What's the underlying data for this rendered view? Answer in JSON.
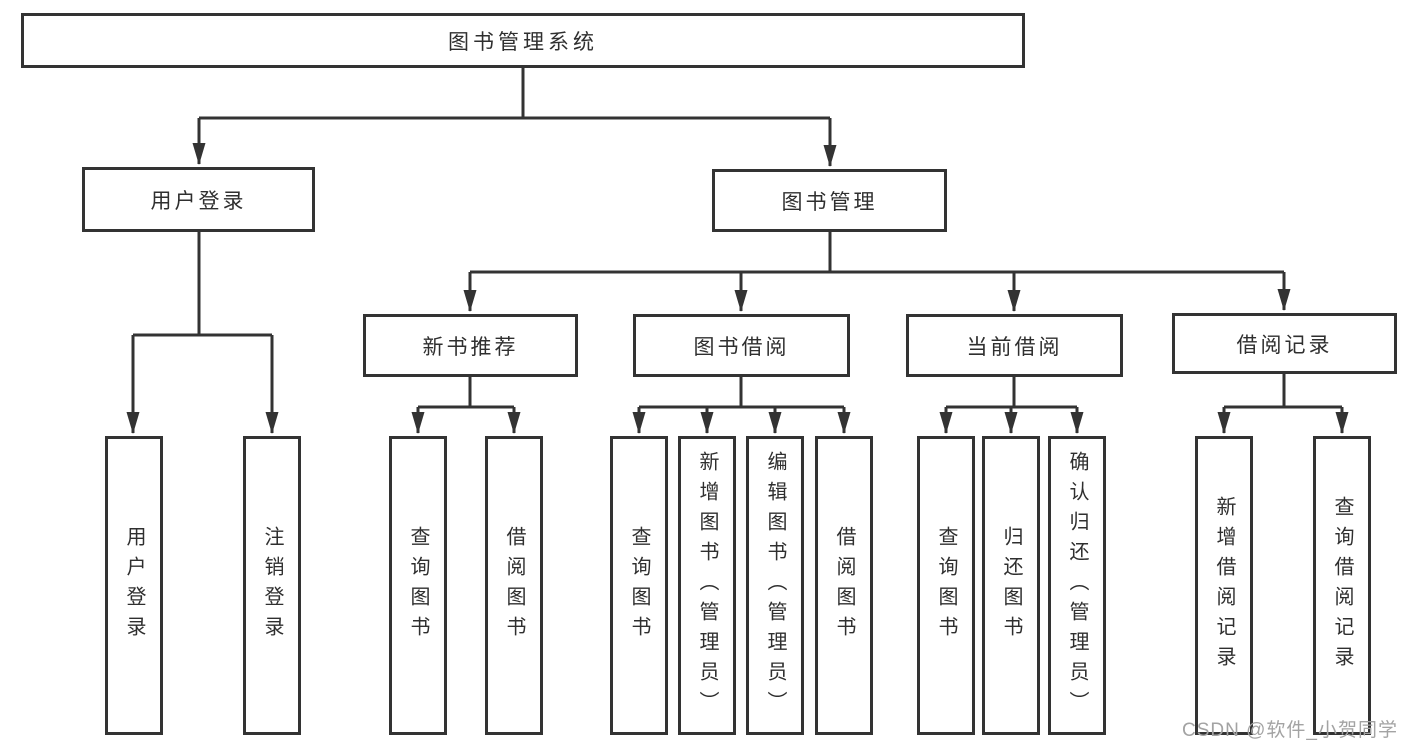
{
  "diagram_title": "图书管理系统",
  "watermark": "CSDN @软件_小贺同学",
  "colors": {
    "line": "#333333",
    "box_border": "#333333",
    "text": "#2f2f2f",
    "watermark": "#a3a3a3",
    "background": "#ffffff"
  },
  "nodes": {
    "root": {
      "label": "图书管理系统"
    },
    "user_login": {
      "label": "用户登录"
    },
    "book_mgmt": {
      "label": "图书管理"
    },
    "new_book_rec": {
      "label": "新书推荐"
    },
    "book_borrow": {
      "label": "图书借阅"
    },
    "current_borrow": {
      "label": "当前借阅"
    },
    "borrow_record": {
      "label": "借阅记录"
    },
    "leaf_user_login": {
      "label": "用户登录"
    },
    "leaf_logout": {
      "label": "注销登录"
    },
    "leaf_query_book_1": {
      "label": "查询图书"
    },
    "leaf_borrow_book_1": {
      "label": "借阅图书"
    },
    "leaf_query_book_2": {
      "label": "查询图书"
    },
    "leaf_add_book": {
      "label": "新增图书（管理员）"
    },
    "leaf_edit_book": {
      "label": "编辑图书（管理员）"
    },
    "leaf_borrow_book_2": {
      "label": "借阅图书"
    },
    "leaf_query_book_3": {
      "label": "查询图书"
    },
    "leaf_return_book": {
      "label": "归还图书"
    },
    "leaf_confirm_return": {
      "label": "确认归还（管理员）"
    },
    "leaf_add_borrow_record": {
      "label": "新增借阅记录"
    },
    "leaf_query_borrow_record": {
      "label": "查询借阅记录"
    }
  },
  "hierarchy": {
    "root": [
      "user_login",
      "book_mgmt"
    ],
    "user_login": [
      "leaf_user_login",
      "leaf_logout"
    ],
    "book_mgmt": [
      "new_book_rec",
      "book_borrow",
      "current_borrow",
      "borrow_record"
    ],
    "new_book_rec": [
      "leaf_query_book_1",
      "leaf_borrow_book_1"
    ],
    "book_borrow": [
      "leaf_query_book_2",
      "leaf_add_book",
      "leaf_edit_book",
      "leaf_borrow_book_2"
    ],
    "current_borrow": [
      "leaf_query_book_3",
      "leaf_return_book",
      "leaf_confirm_return"
    ],
    "borrow_record": [
      "leaf_add_borrow_record",
      "leaf_query_borrow_record"
    ]
  }
}
